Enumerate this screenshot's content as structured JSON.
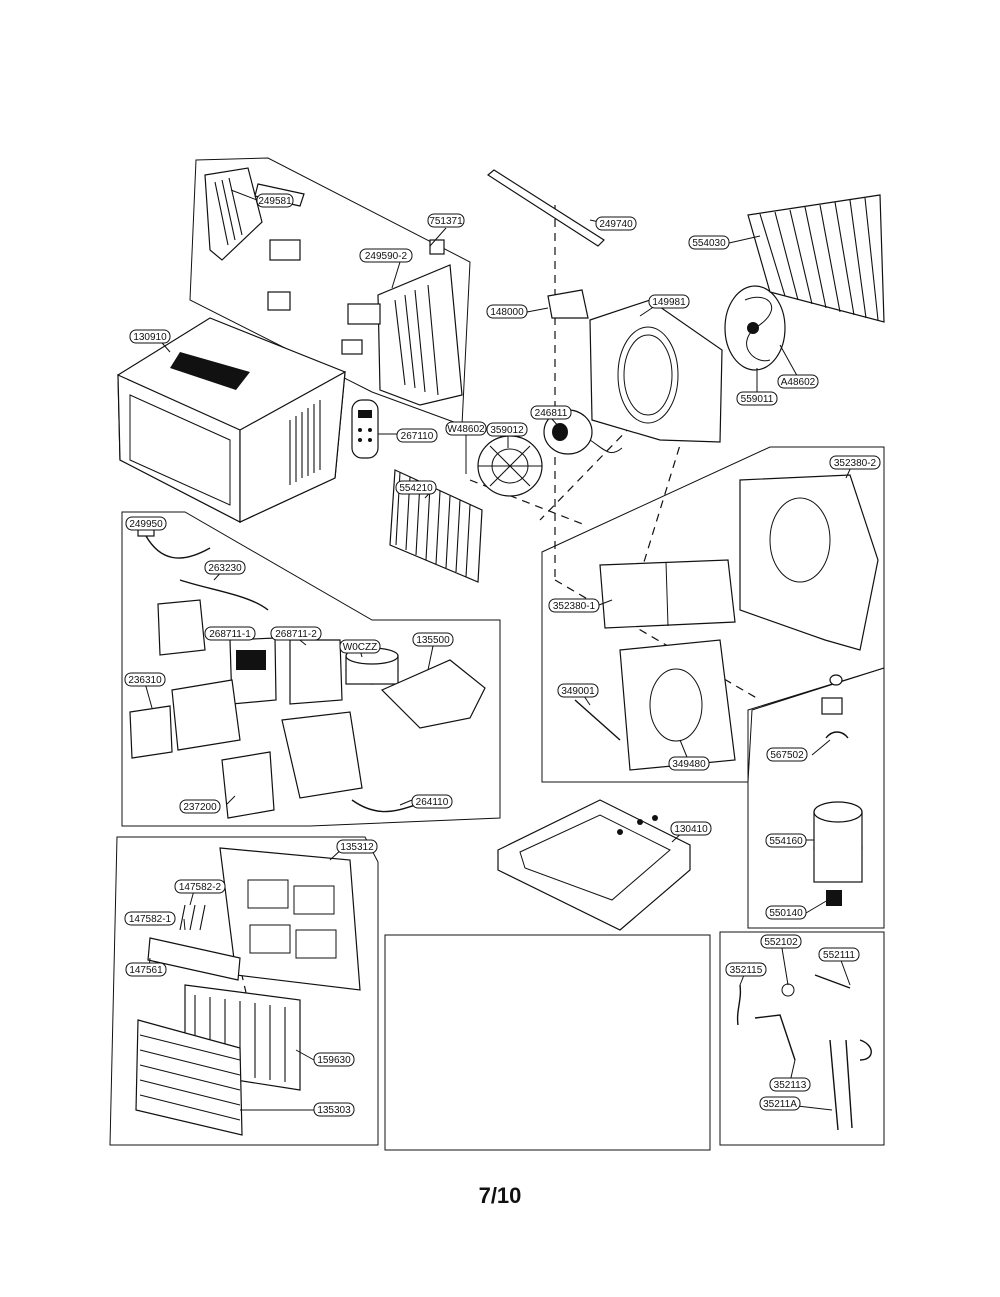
{
  "page_number": "7/10",
  "part_labels": [
    {
      "id": "p-249581",
      "text": "249581"
    },
    {
      "id": "p-751371",
      "text": "751371"
    },
    {
      "id": "p-249590-2",
      "text": "249590-2"
    },
    {
      "id": "p-130910",
      "text": "130910"
    },
    {
      "id": "p-267110",
      "text": "267110"
    },
    {
      "id": "p-249740",
      "text": "249740"
    },
    {
      "id": "p-554030",
      "text": "554030"
    },
    {
      "id": "p-148000",
      "text": "148000"
    },
    {
      "id": "p-149981",
      "text": "149981"
    },
    {
      "id": "p-359012",
      "text": "359012"
    },
    {
      "id": "p-246811",
      "text": "246811"
    },
    {
      "id": "p-W48602",
      "text": "W48602"
    },
    {
      "id": "p-A48602",
      "text": "A48602"
    },
    {
      "id": "p-559011",
      "text": "559011"
    },
    {
      "id": "p-554210",
      "text": "554210"
    },
    {
      "id": "p-249950",
      "text": "249950"
    },
    {
      "id": "p-263230",
      "text": "263230"
    },
    {
      "id": "p-268711-1",
      "text": "268711-1"
    },
    {
      "id": "p-268711-2",
      "text": "268711-2"
    },
    {
      "id": "p-W0CZZ",
      "text": "W0CZZ"
    },
    {
      "id": "p-135500",
      "text": "135500"
    },
    {
      "id": "p-236310",
      "text": "236310"
    },
    {
      "id": "p-237200",
      "text": "237200"
    },
    {
      "id": "p-264110",
      "text": "264110"
    },
    {
      "id": "p-352380-2",
      "text": "352380-2"
    },
    {
      "id": "p-352380-1",
      "text": "352380-1"
    },
    {
      "id": "p-349001",
      "text": "349001"
    },
    {
      "id": "p-349480",
      "text": "349480"
    },
    {
      "id": "p-567502",
      "text": "567502"
    },
    {
      "id": "p-554160",
      "text": "554160"
    },
    {
      "id": "p-550140",
      "text": "550140"
    },
    {
      "id": "p-130410",
      "text": "130410"
    },
    {
      "id": "p-135312",
      "text": "135312"
    },
    {
      "id": "p-147582-2",
      "text": "147582-2"
    },
    {
      "id": "p-147582-1",
      "text": "147582-1"
    },
    {
      "id": "p-147561",
      "text": "147561"
    },
    {
      "id": "p-159630",
      "text": "159630"
    },
    {
      "id": "p-135303",
      "text": "135303"
    },
    {
      "id": "p-552102",
      "text": "552102"
    },
    {
      "id": "p-352115",
      "text": "352115"
    },
    {
      "id": "p-552111",
      "text": "552111"
    },
    {
      "id": "p-352113",
      "text": "352113"
    },
    {
      "id": "p-35211A",
      "text": "35211A"
    }
  ]
}
